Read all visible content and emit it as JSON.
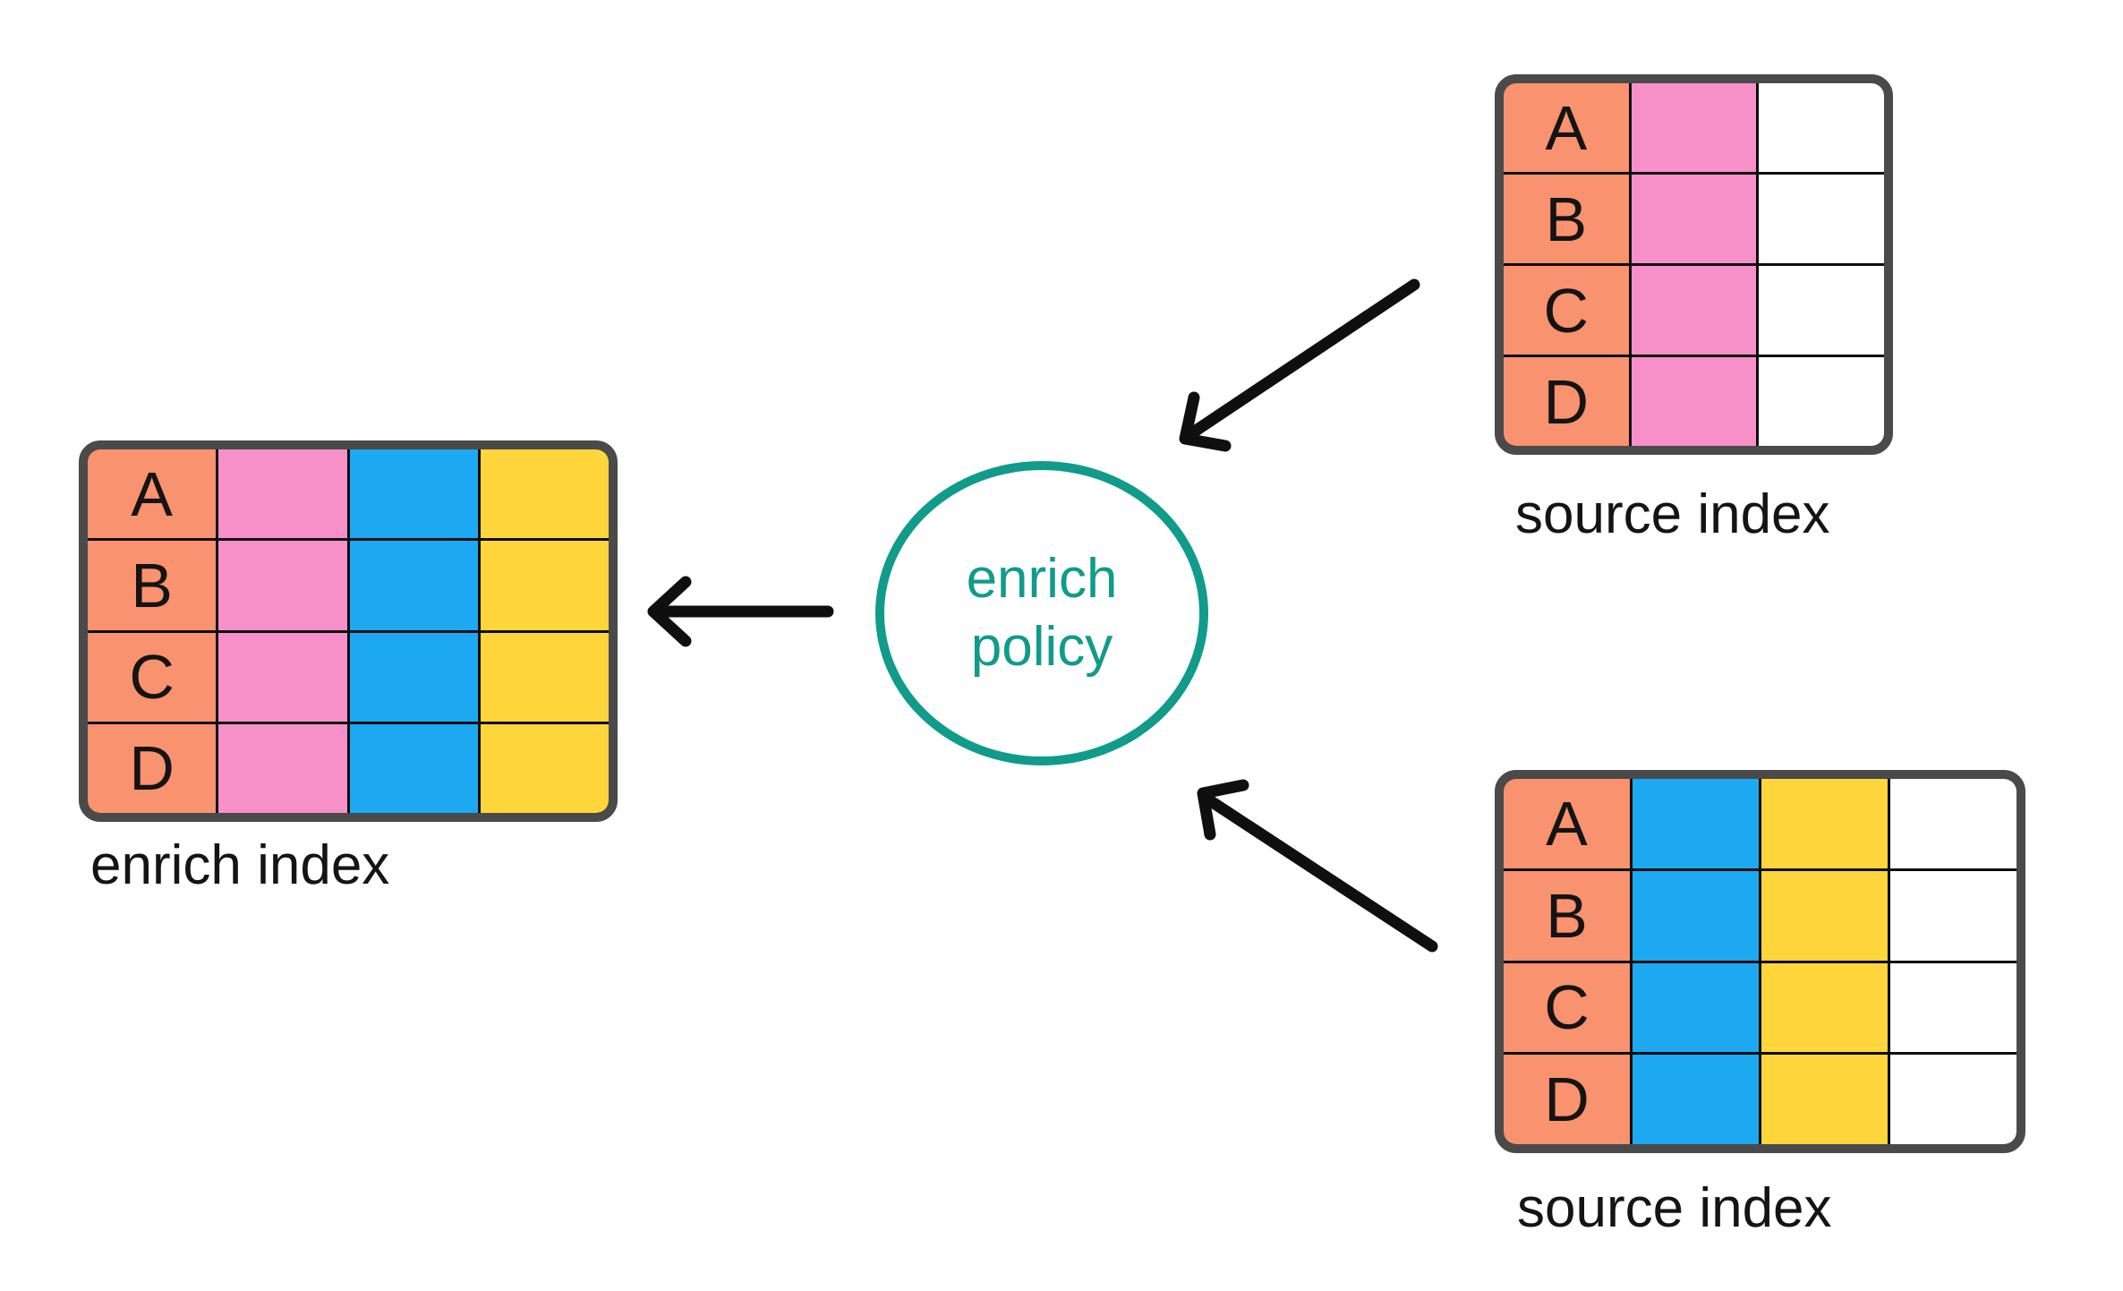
{
  "colors": {
    "salmon": "#F9926E",
    "pink": "#F78FC8",
    "blue": "#1CA9F2",
    "yellow": "#FED53A",
    "empty": "#FFFFFF",
    "table_border": "#4A4A4A",
    "teal": "#109B8A",
    "arrow": "#0F0F0F",
    "text": "#141414"
  },
  "policy": {
    "line1": "enrich",
    "line2": "policy"
  },
  "tables": [
    {
      "id": "enrich-index",
      "label": "enrich index",
      "rows": [
        "A",
        "B",
        "C",
        "D"
      ],
      "columns": [
        "salmon",
        "pink",
        "blue",
        "yellow"
      ]
    },
    {
      "id": "source-index-top",
      "label": "source index",
      "rows": [
        "A",
        "B",
        "C",
        "D"
      ],
      "columns": [
        "salmon",
        "pink",
        "empty"
      ]
    },
    {
      "id": "source-index-bottom",
      "label": "source index",
      "rows": [
        "A",
        "B",
        "C",
        "D"
      ],
      "columns": [
        "salmon",
        "blue",
        "yellow",
        "empty"
      ]
    }
  ],
  "arrows": [
    {
      "from": "source-index-top",
      "to": "enrich-policy"
    },
    {
      "from": "source-index-bottom",
      "to": "enrich-policy"
    },
    {
      "from": "enrich-policy",
      "to": "enrich-index"
    }
  ]
}
